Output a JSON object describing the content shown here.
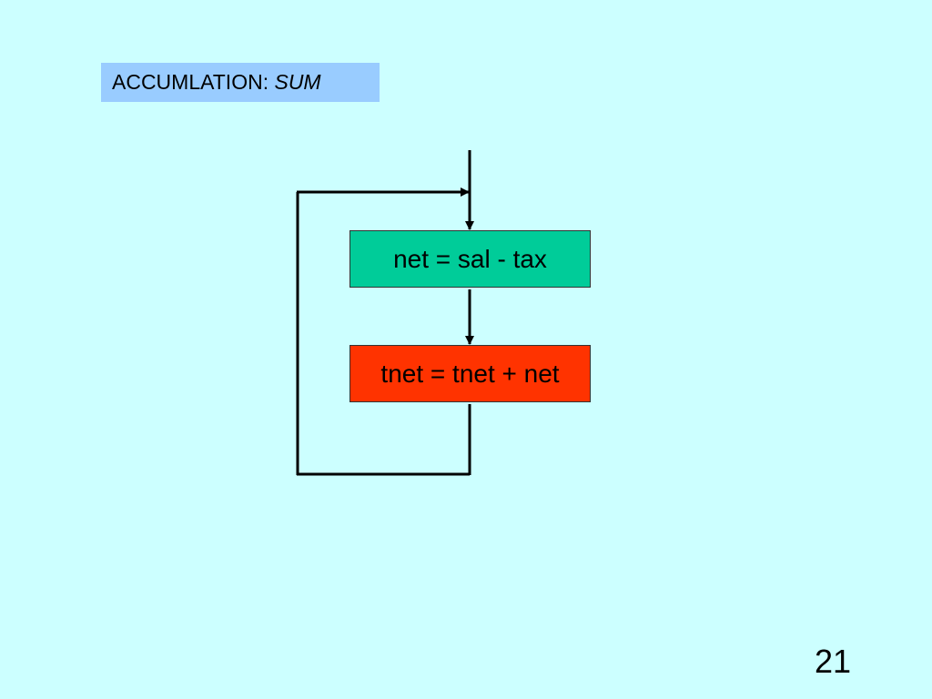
{
  "title": {
    "prefix": "ACCUMLATION: ",
    "emphasis": "SUM"
  },
  "flowchart": {
    "steps": [
      {
        "label": "net = sal - tax",
        "color": "#00cc99"
      },
      {
        "label": "tnet = tnet + net",
        "color": "#ff3300"
      }
    ]
  },
  "page_number": "21",
  "colors": {
    "background": "#ccffff",
    "title_box": "#99ccff",
    "line": "#000000"
  }
}
